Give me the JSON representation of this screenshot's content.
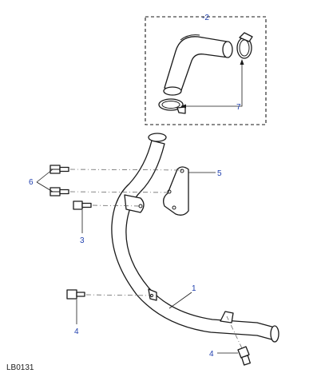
{
  "diagram_id": "LB0131",
  "callouts": {
    "c1": "1",
    "c2": "-2",
    "c3": "3",
    "c4a": "4",
    "c4b": "4",
    "c5": "5",
    "c6": "6",
    "c7": "7"
  },
  "colors": {
    "callout_text": "#1f3fae",
    "line": "#1a1a1a"
  }
}
